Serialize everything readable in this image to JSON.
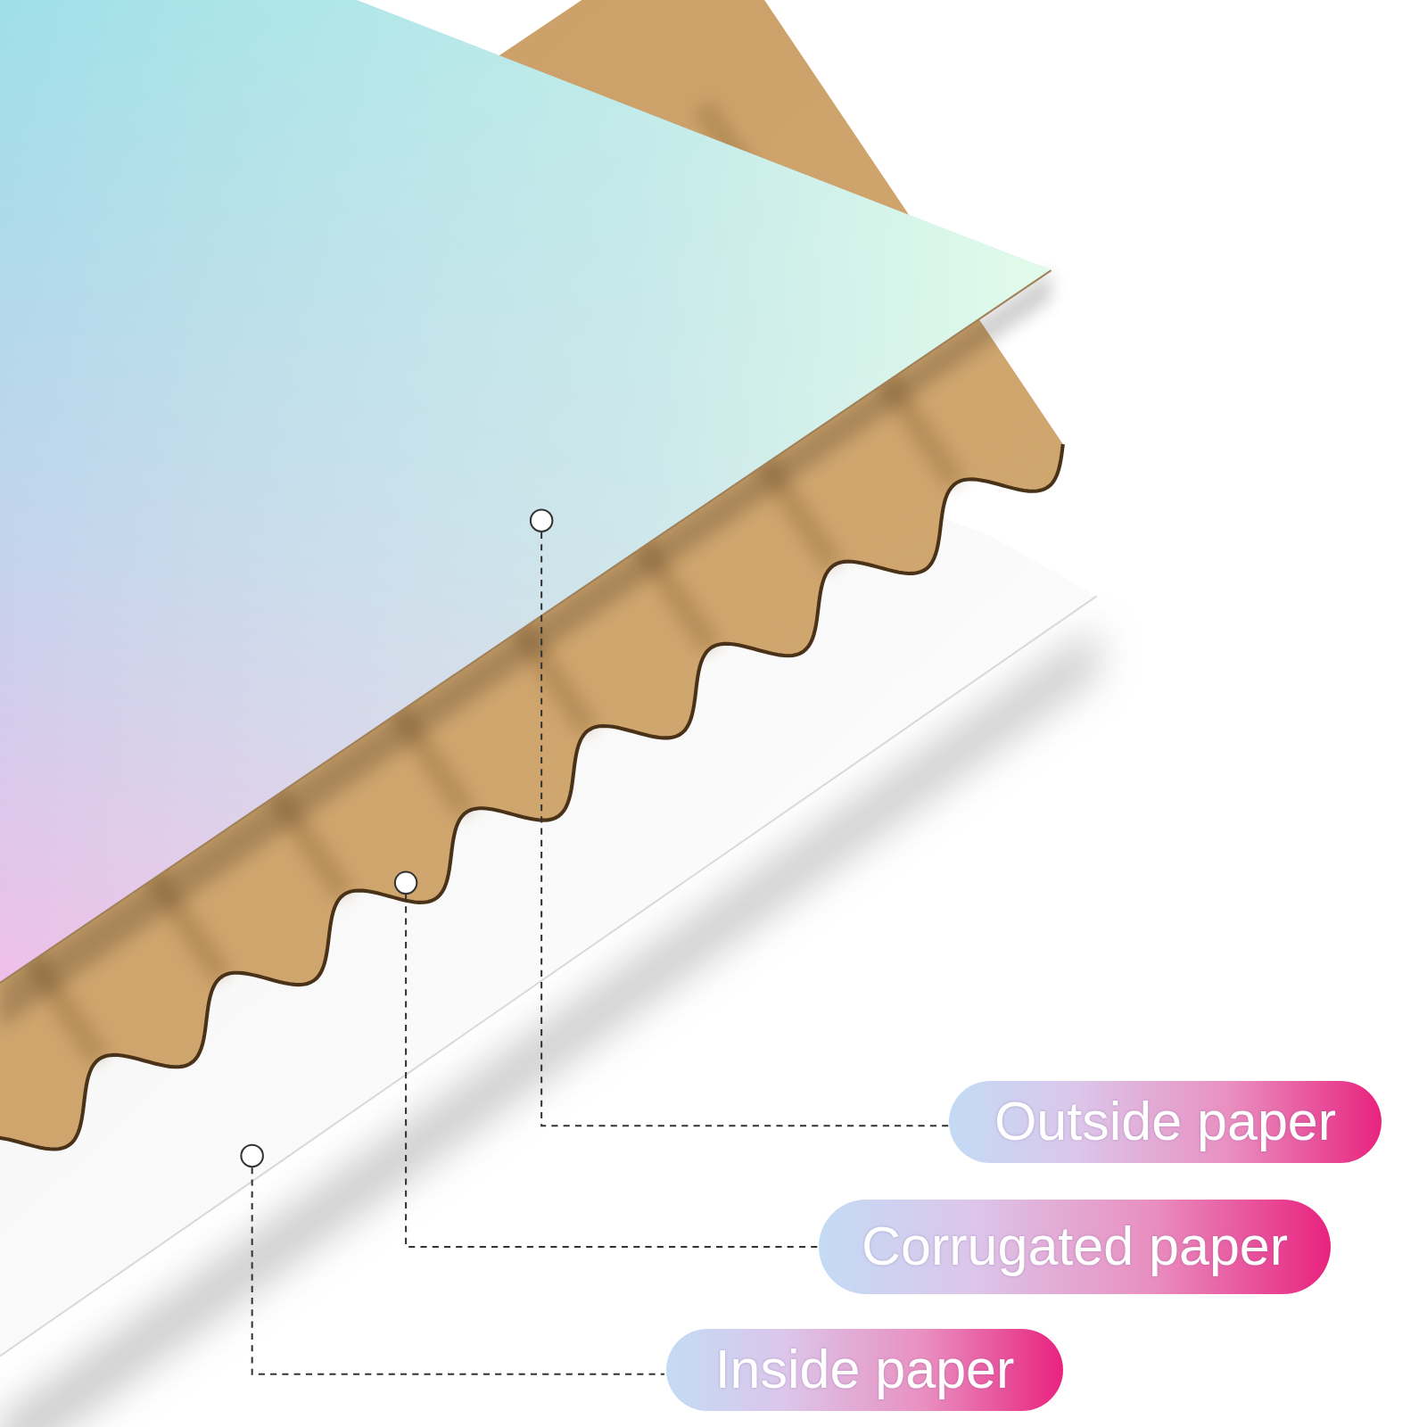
{
  "diagram": {
    "nodes": [
      {
        "text": [
          "Outside paper"
        ]
      },
      {
        "text": [
          "Corrugated paper"
        ]
      },
      {
        "text": [
          "Inside paper"
        ]
      }
    ]
  }
}
